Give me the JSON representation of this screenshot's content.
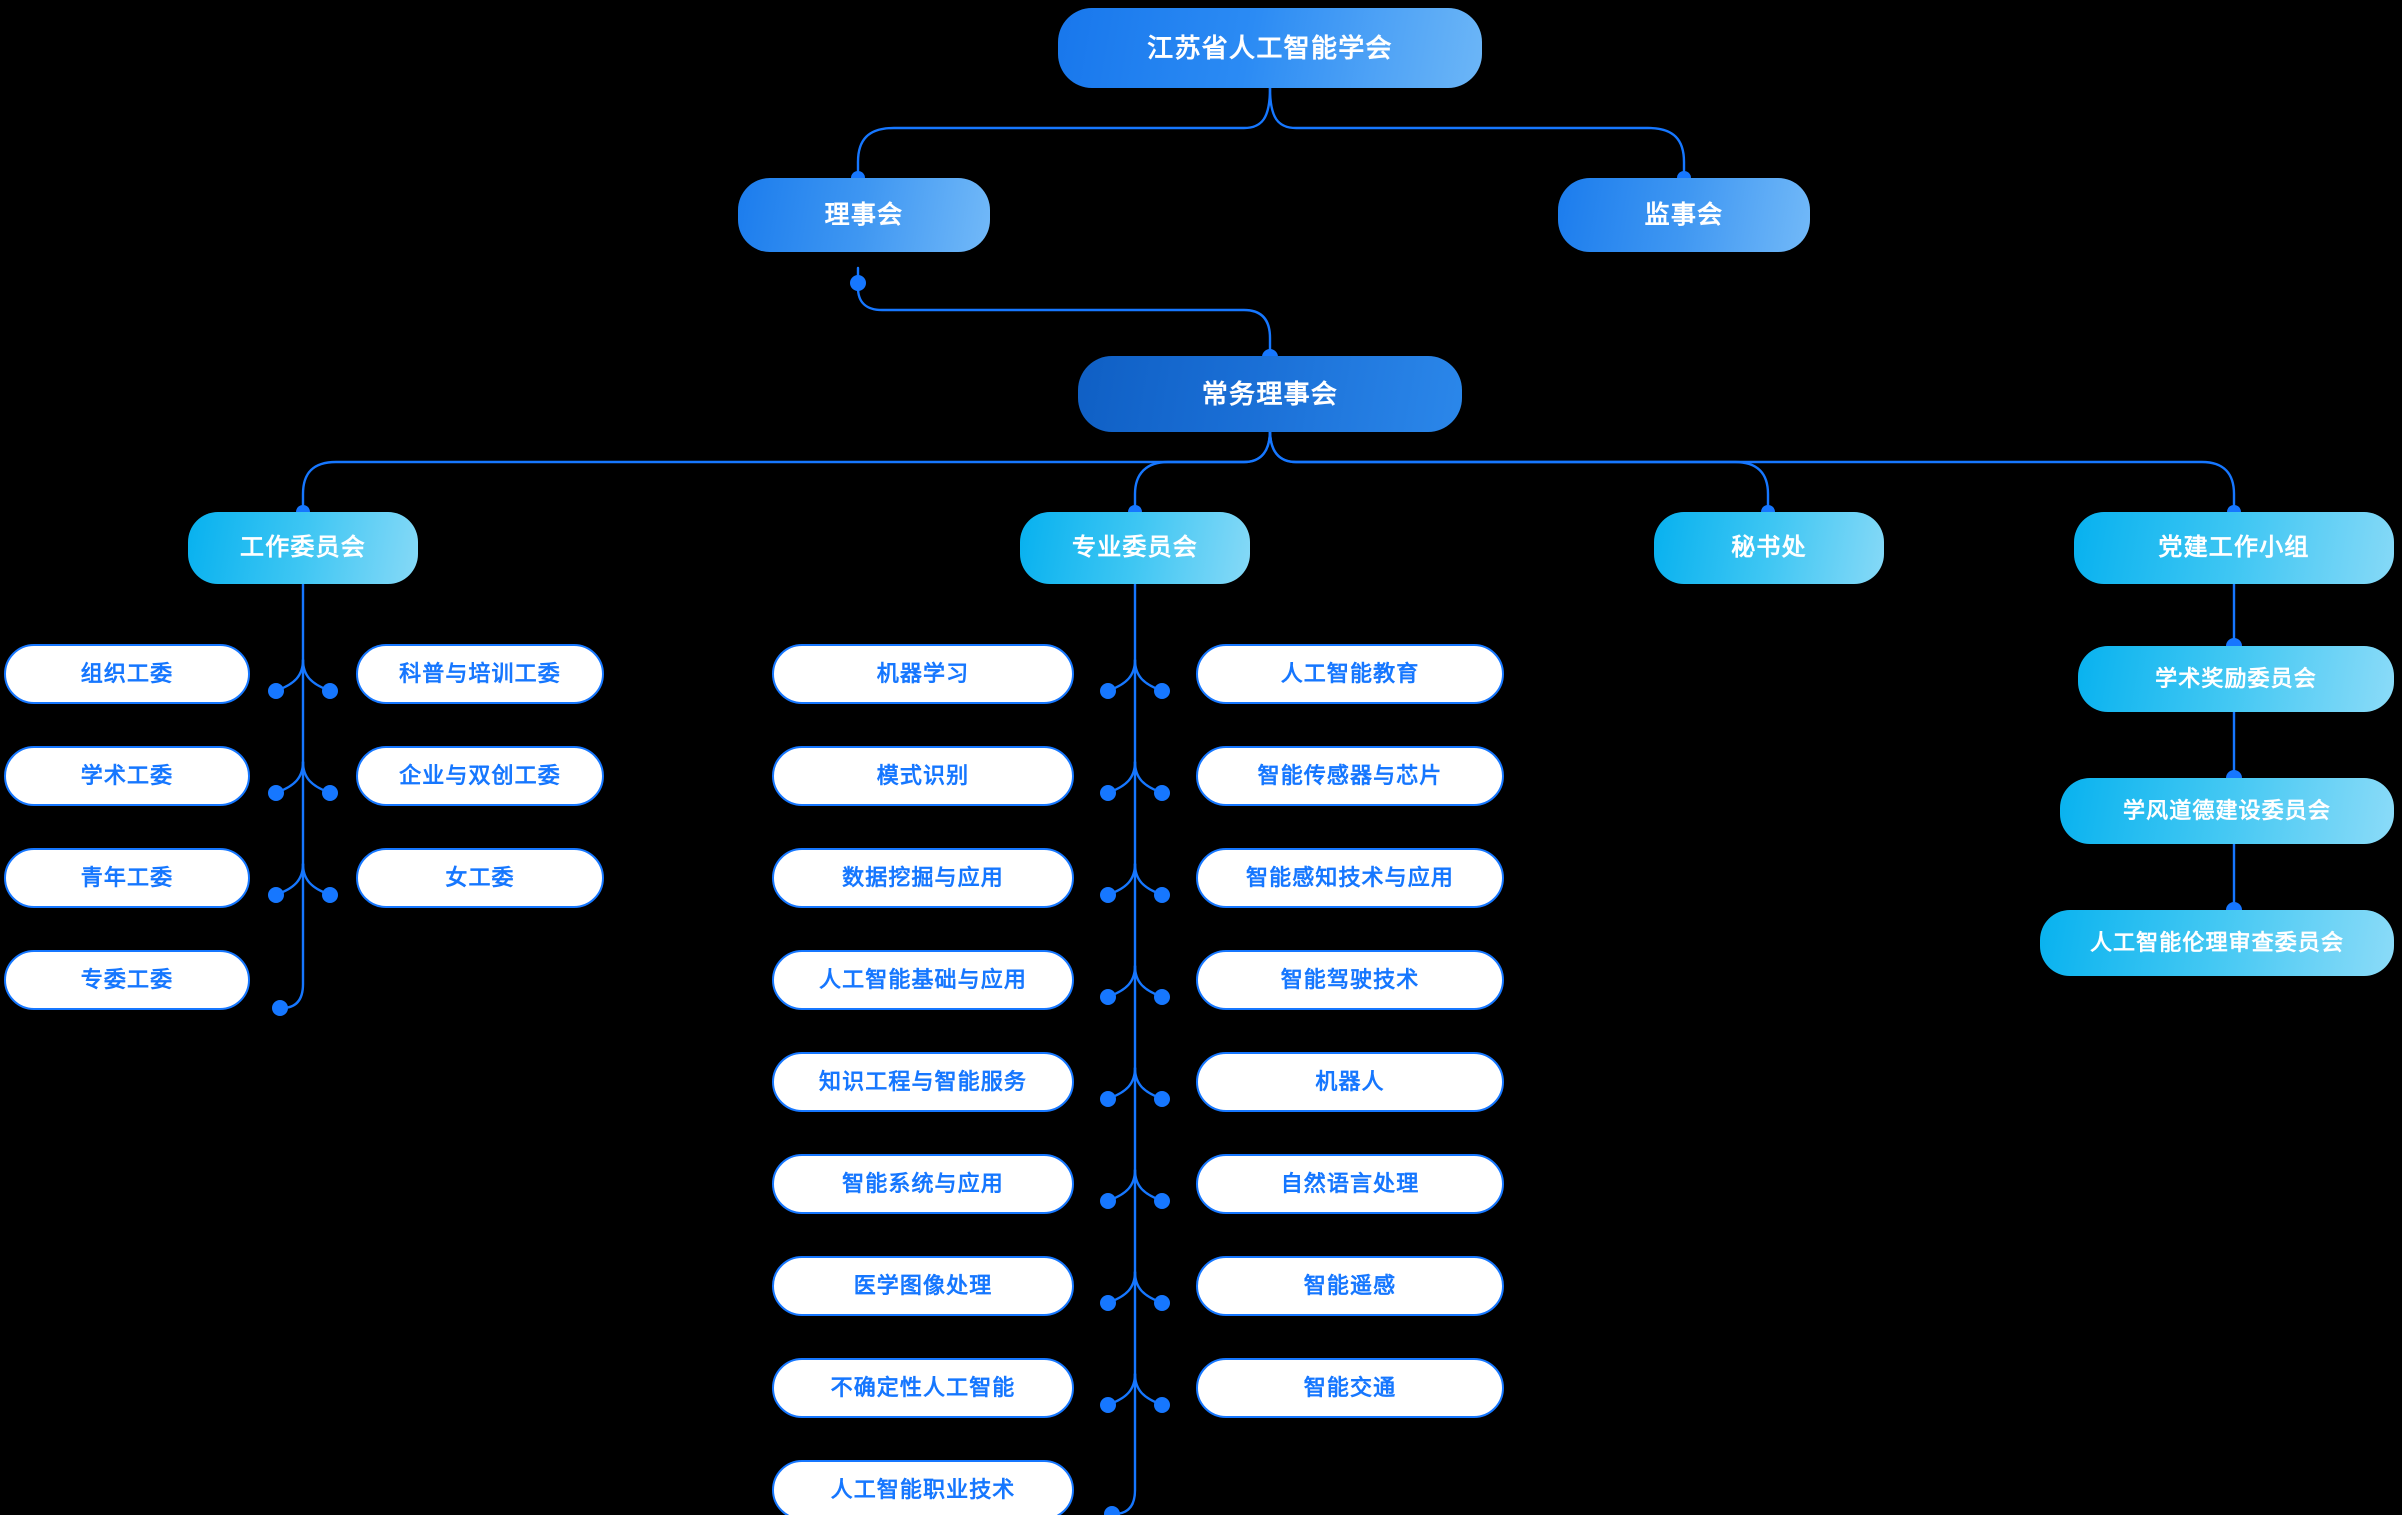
{
  "chart_data": {
    "type": "diagram",
    "title": "江苏省人工智能学会 组织架构图",
    "orientation": "top-down org chart",
    "accent_colors": {
      "root": "#2b8bf4",
      "level2": "#3f97f2",
      "level3": "#1a6fd6",
      "level4": "#3ec6f3",
      "leaf_border": "#1677ff",
      "leaf_text": "#1677ff",
      "link": "#1677ff",
      "background": "#000000"
    },
    "levels": 5,
    "node_count": 34
  },
  "nodes": {
    "root": {
      "label": "江苏省人工智能学会"
    },
    "level2": [
      {
        "label": "理事会"
      },
      {
        "label": "监事会"
      }
    ],
    "level3": {
      "label": "常务理事会"
    },
    "level4": [
      {
        "label": "工作委员会"
      },
      {
        "label": "专业委员会"
      },
      {
        "label": "秘书处"
      },
      {
        "label": "党建工作小组"
      }
    ],
    "work_committee_children": {
      "left": [
        {
          "label": "组织工委"
        },
        {
          "label": "学术工委"
        },
        {
          "label": "青年工委"
        },
        {
          "label": "专委工委"
        }
      ],
      "right": [
        {
          "label": "科普与培训工委"
        },
        {
          "label": "企业与双创工委"
        },
        {
          "label": "女工委"
        }
      ]
    },
    "professional_committee_children": {
      "left": [
        {
          "label": "机器学习"
        },
        {
          "label": "模式识别"
        },
        {
          "label": "数据挖掘与应用"
        },
        {
          "label": "人工智能基础与应用"
        },
        {
          "label": "知识工程与智能服务"
        },
        {
          "label": "智能系统与应用"
        },
        {
          "label": "医学图像处理"
        },
        {
          "label": "不确定性人工智能"
        },
        {
          "label": "人工智能职业技术"
        }
      ],
      "right": [
        {
          "label": "人工智能教育"
        },
        {
          "label": "智能传感器与芯片"
        },
        {
          "label": "智能感知技术与应用"
        },
        {
          "label": "智能驾驶技术"
        },
        {
          "label": "机器人"
        },
        {
          "label": "自然语言处理"
        },
        {
          "label": "智能遥感"
        },
        {
          "label": "智能交通"
        }
      ]
    },
    "party_group_children": [
      {
        "label": "学术奖励委员会"
      },
      {
        "label": "学风道德建设委员会"
      },
      {
        "label": "人工智能伦理审查委员会"
      }
    ]
  }
}
